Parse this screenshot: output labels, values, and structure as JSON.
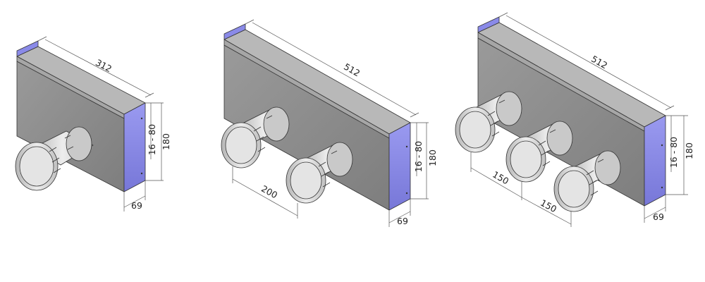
{
  "colors": {
    "front_face": "#8c8c8c",
    "top_face": "#b3b3b3",
    "end_face": "#8a8ae8",
    "spigot": "#d2d2d2",
    "spigot_dark": "#9a9a9a"
  },
  "units": [
    {
      "id": "single",
      "spigot_count": 1,
      "length_label": "312",
      "height_range_label": "16 - 80",
      "height_label": "180",
      "depth_label": "69",
      "spacing_labels": []
    },
    {
      "id": "double",
      "spigot_count": 2,
      "length_label": "512",
      "height_range_label": "16 - 80",
      "height_label": "180",
      "depth_label": "69",
      "spacing_labels": [
        "200"
      ]
    },
    {
      "id": "triple",
      "spigot_count": 3,
      "length_label": "512",
      "height_range_label": "16 - 80",
      "height_label": "180",
      "depth_label": "69",
      "spacing_labels": [
        "150",
        "150"
      ]
    }
  ]
}
